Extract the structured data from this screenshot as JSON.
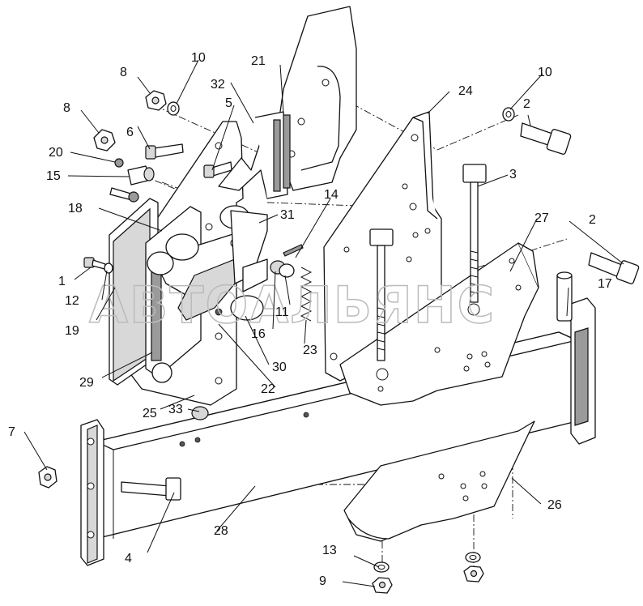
{
  "diagram": {
    "watermark": "АВТОАЛЬЯНС",
    "callouts": [
      "1",
      "2",
      "2",
      "3",
      "4",
      "5",
      "6",
      "7",
      "8",
      "8",
      "9",
      "10",
      "10",
      "11",
      "12",
      "13",
      "14",
      "15",
      "16",
      "17",
      "18",
      "19",
      "20",
      "21",
      "22",
      "23",
      "24",
      "25",
      "26",
      "27",
      "28",
      "29",
      "30",
      "31",
      "32",
      "33"
    ]
  }
}
